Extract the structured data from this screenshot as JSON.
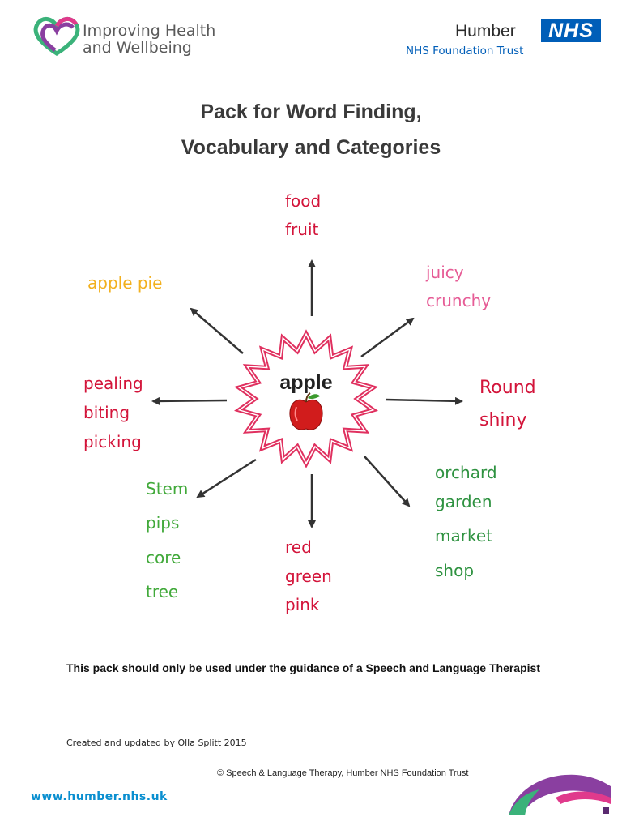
{
  "header": {
    "logo_line1": "Improving Health",
    "logo_line2": "and Wellbeing",
    "org_name": "Humber",
    "nhs_badge": "NHS",
    "trust_name": "NHS Foundation Trust"
  },
  "title": {
    "line1": "Pack for Word Finding,",
    "line2": "Vocabulary and Categories"
  },
  "diagram": {
    "center": "apple",
    "top": [
      "food",
      "fruit"
    ],
    "top_right": [
      "juicy",
      "crunchy"
    ],
    "right": [
      "Round",
      "shiny"
    ],
    "bottom_right": [
      "orchard",
      "garden",
      "market",
      "shop"
    ],
    "bottom": [
      "red",
      "green",
      "pink"
    ],
    "bottom_left": [
      "Stem",
      "pips",
      "core",
      "tree"
    ],
    "left": [
      "pealing",
      "biting",
      "picking"
    ],
    "top_left": [
      "apple pie"
    ]
  },
  "colors": {
    "red": "#d3143a",
    "pink": "#e65c96",
    "yellow": "#f2b01e",
    "green": "#41a93a",
    "nhs_blue": "#005EB8",
    "star_outline": "#e0305f"
  },
  "footer": {
    "note": "This pack should only be used under the guidance of a Speech and Language Therapist",
    "created": "Created and updated by Olla Splitt 2015",
    "copyright": "© Speech & Language Therapy, Humber NHS Foundation Trust",
    "website": "www.humber.nhs.uk"
  }
}
